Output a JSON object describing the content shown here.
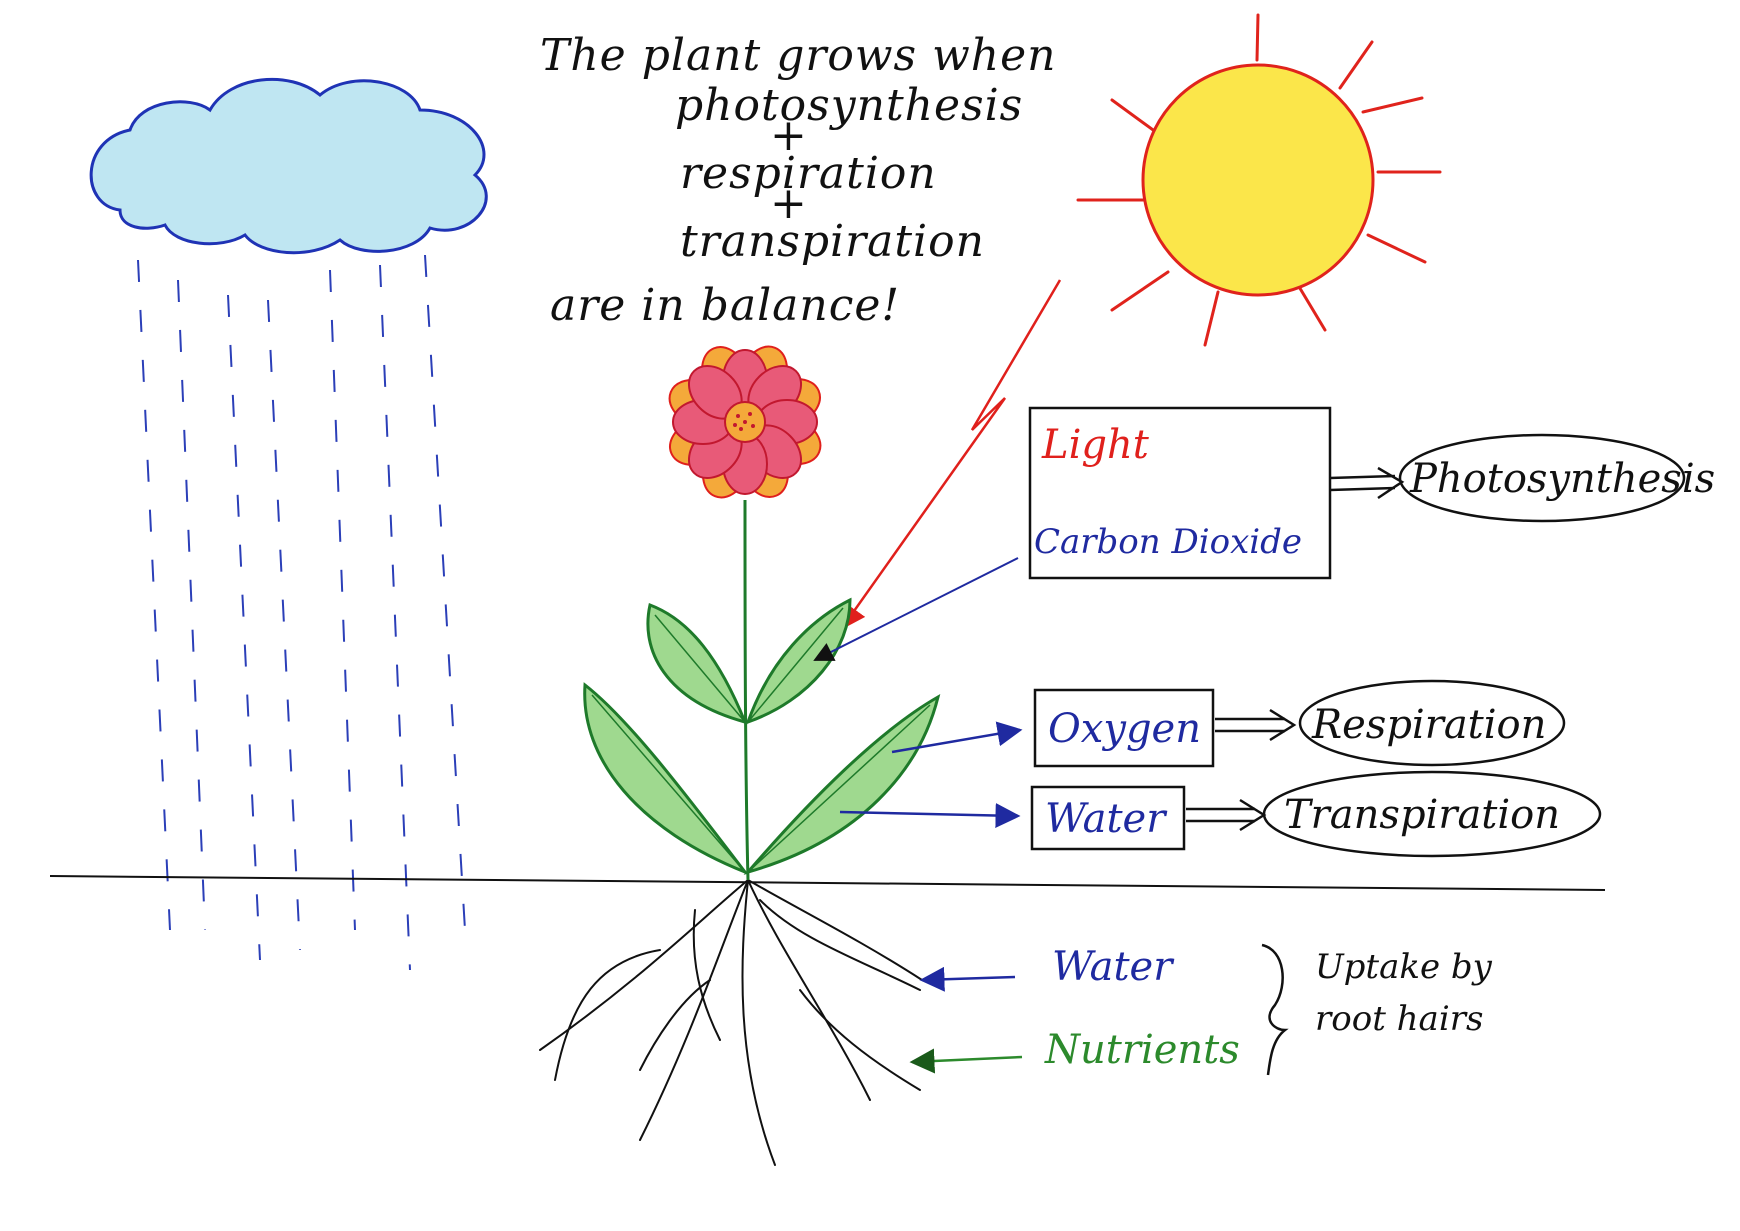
{
  "title": {
    "line1": "The plant grows when",
    "line2": "photosynthesis",
    "plus1": "+",
    "line3": "respiration",
    "plus2": "+",
    "line4": "transpiration",
    "line5": "are in balance!"
  },
  "inputs_box": {
    "light": "Light",
    "carbon_dioxide": "Carbon Dioxide"
  },
  "process_photosynthesis": "Photosynthesis",
  "oxygen_box": "Oxygen",
  "process_respiration": "Respiration",
  "water_box": "Water",
  "process_transpiration": "Transpiration",
  "roots": {
    "water": "Water",
    "nutrients": "Nutrients",
    "uptake_line1": "Uptake by",
    "uptake_line2": "root hairs"
  },
  "colors": {
    "light": "#e0201c",
    "carbon_dioxide": "#1f2aa0",
    "oxygen": "#1f2aa0",
    "water": "#1f2aa0",
    "nutrients": "#2c8a2c",
    "ink": "#111111",
    "cloud_fill": "#bfe6f2",
    "cloud_stroke": "#1f33b5",
    "sun_fill": "#fbe64a",
    "sun_rays": "#e0231c",
    "leaf_fill": "#9fd98f",
    "leaf_stroke": "#1e7a2a",
    "petal_fill": "#e85a78",
    "flower_center": "#f4a93a"
  }
}
